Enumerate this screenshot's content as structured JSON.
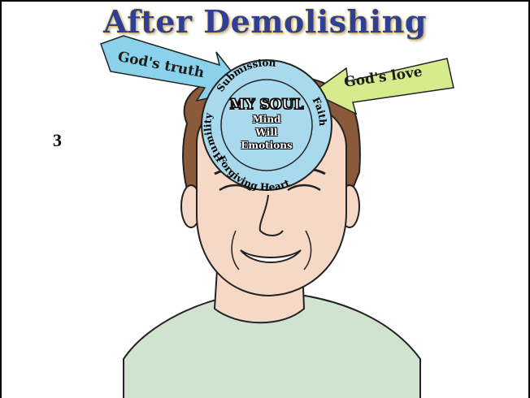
{
  "title": "After Demolishing",
  "page_number": "3",
  "arrows": {
    "left_label": "God's truth",
    "right_label": "God's love"
  },
  "soul": {
    "title": "MY SOUL",
    "lines": [
      "Mind",
      "Will",
      "Emotions"
    ]
  },
  "ring_words": {
    "top": "Submission",
    "right": "Faith",
    "bottom": "Forgiving Heart",
    "left": "Humility"
  },
  "colors": {
    "title": "#2f3f95",
    "left_arrow": "#8ad2ec",
    "right_arrow": "#d6ec8c",
    "soul_circle": "#a9d9ec",
    "skin": "#f6d8c6",
    "hair": "#8a5a3a",
    "shirt": "#cfe3cf"
  }
}
